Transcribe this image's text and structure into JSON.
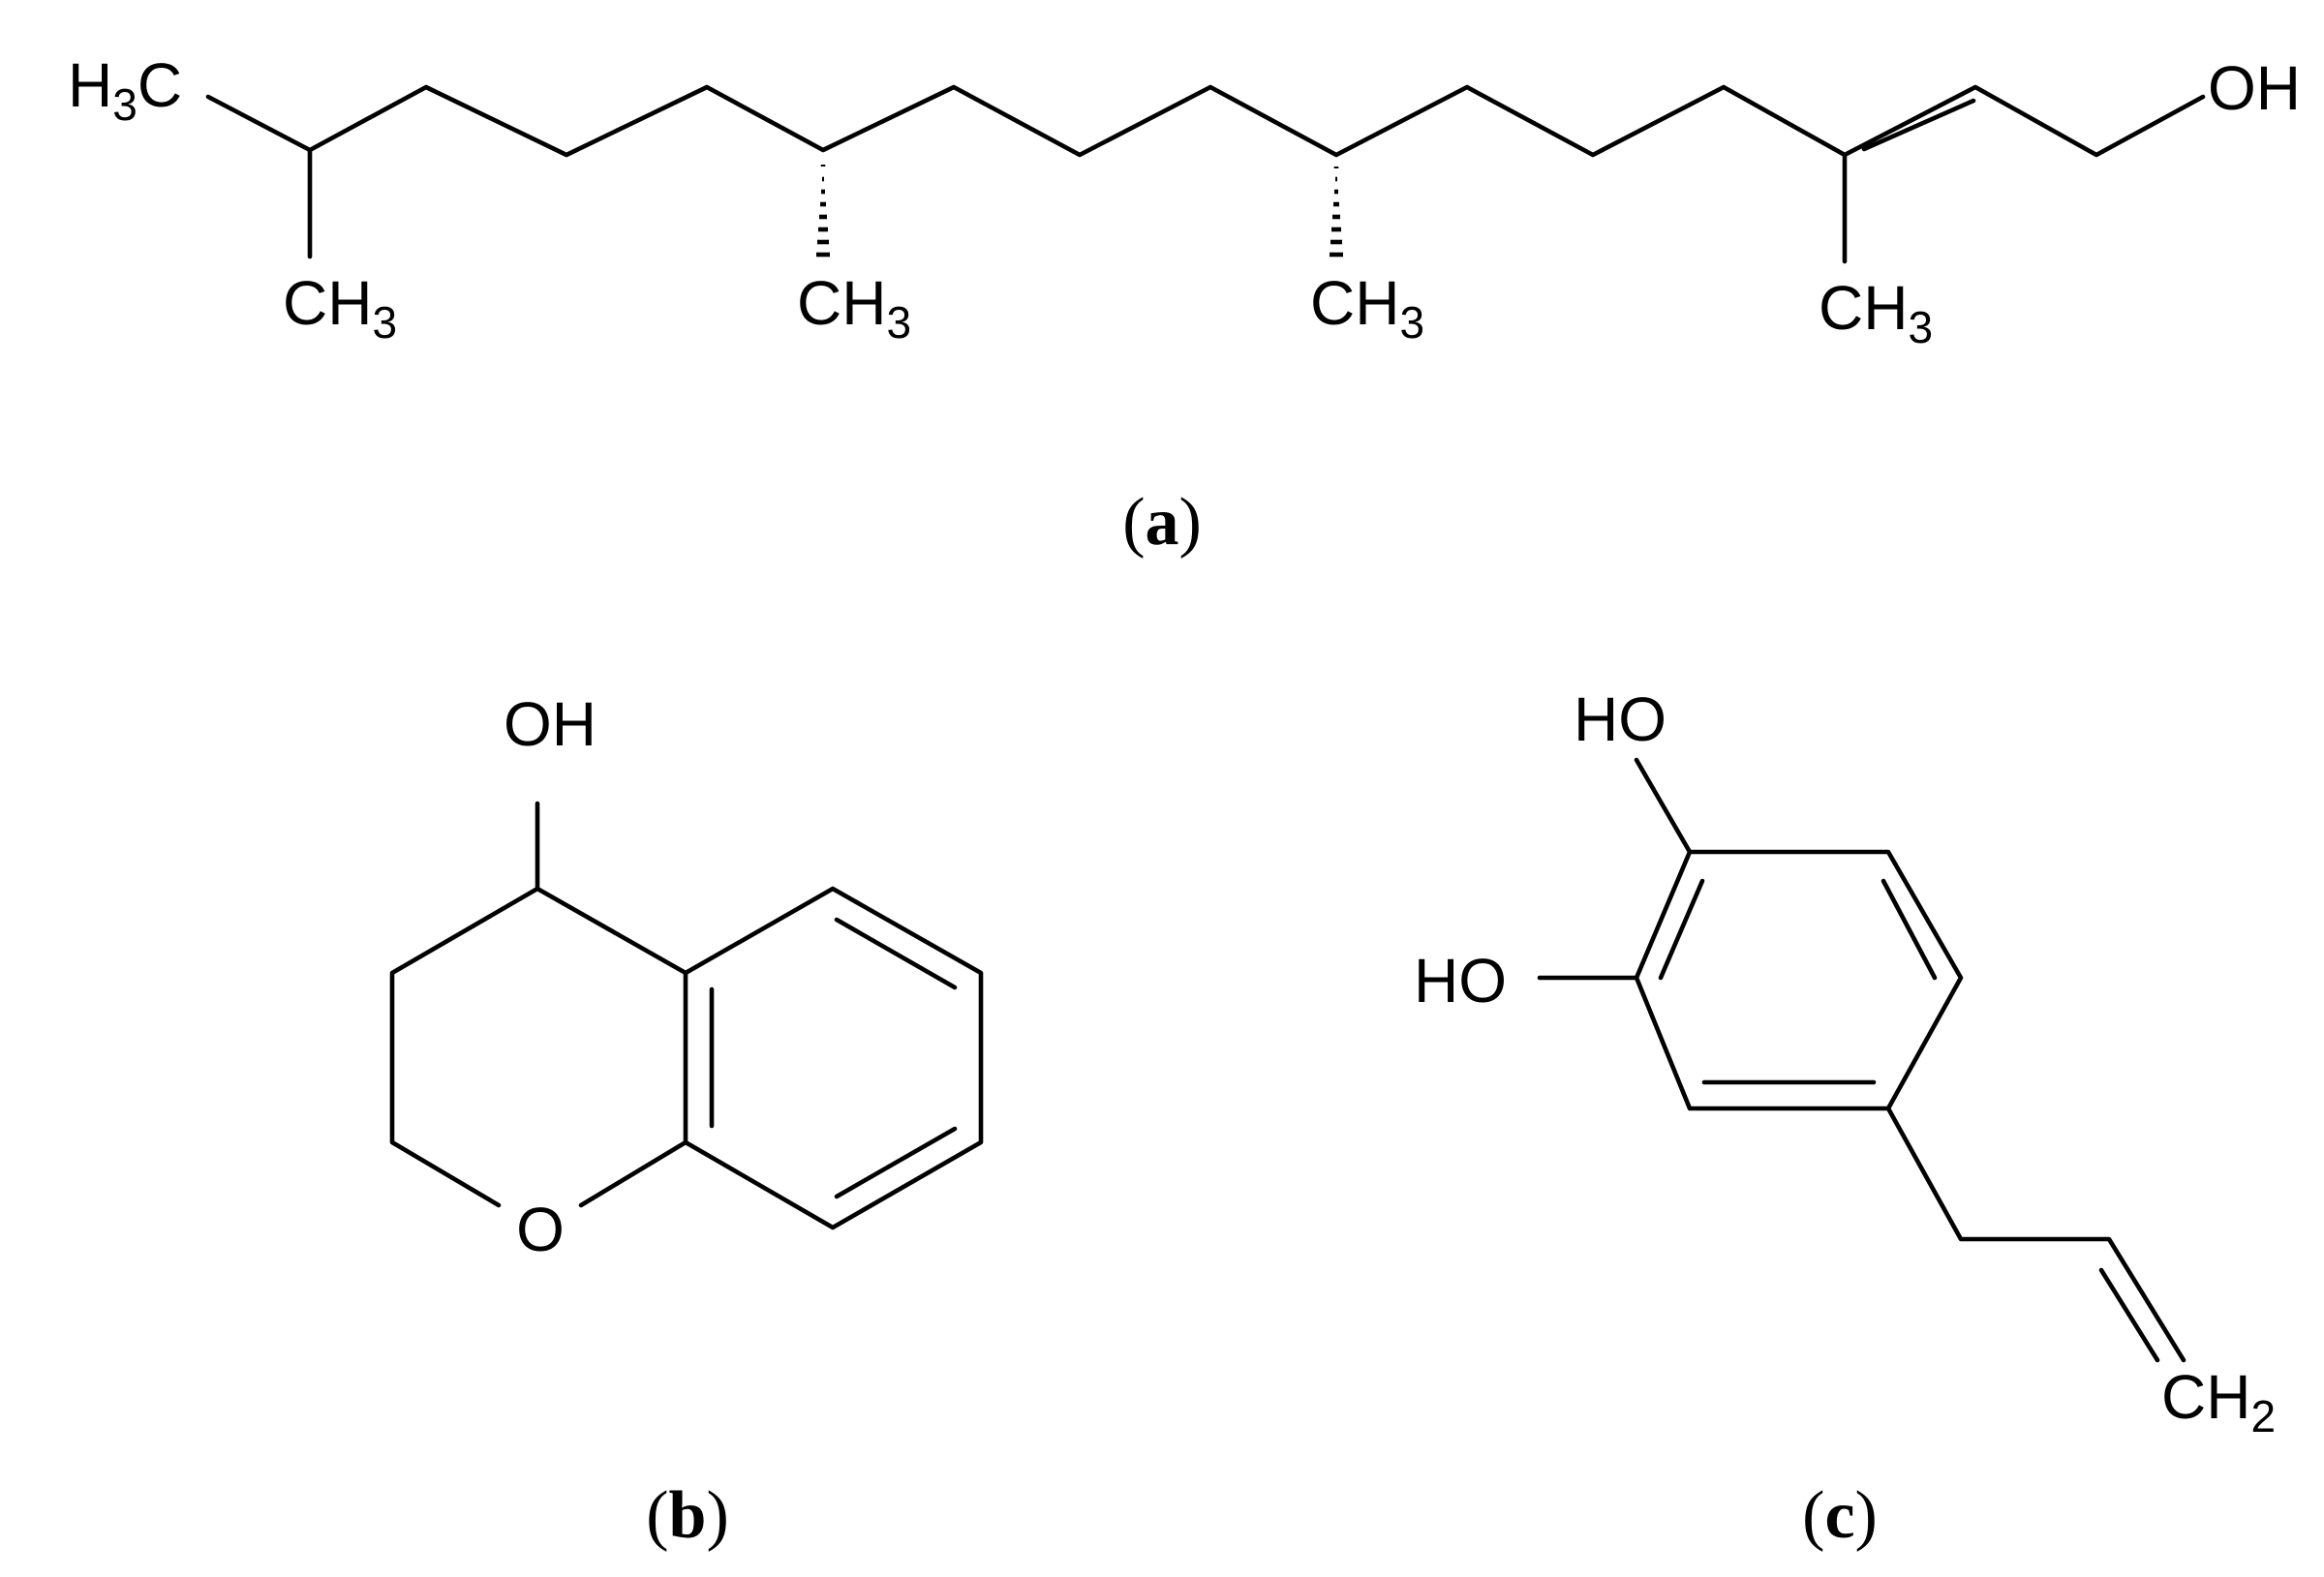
{
  "structures": {
    "a": {
      "label_letter": "a",
      "atoms": {
        "h3c_left_main": "H",
        "h3c_left_sub": "3",
        "h3c_left_tail": "C",
        "ch3_1_main": "CH",
        "ch3_1_sub": "3",
        "ch3_2_main": "CH",
        "ch3_2_sub": "3",
        "ch3_3_main": "CH",
        "ch3_3_sub": "3",
        "ch3_4_main": "CH",
        "ch3_4_sub": "3",
        "oh": "OH"
      }
    },
    "b": {
      "label_letter": "b",
      "atoms": {
        "oh": "OH",
        "o_ring": "O"
      }
    },
    "c": {
      "label_letter": "c",
      "atoms": {
        "ho_top": "HO",
        "ho_left": "HO",
        "ch2_main": "CH",
        "ch2_sub": "2"
      }
    }
  }
}
